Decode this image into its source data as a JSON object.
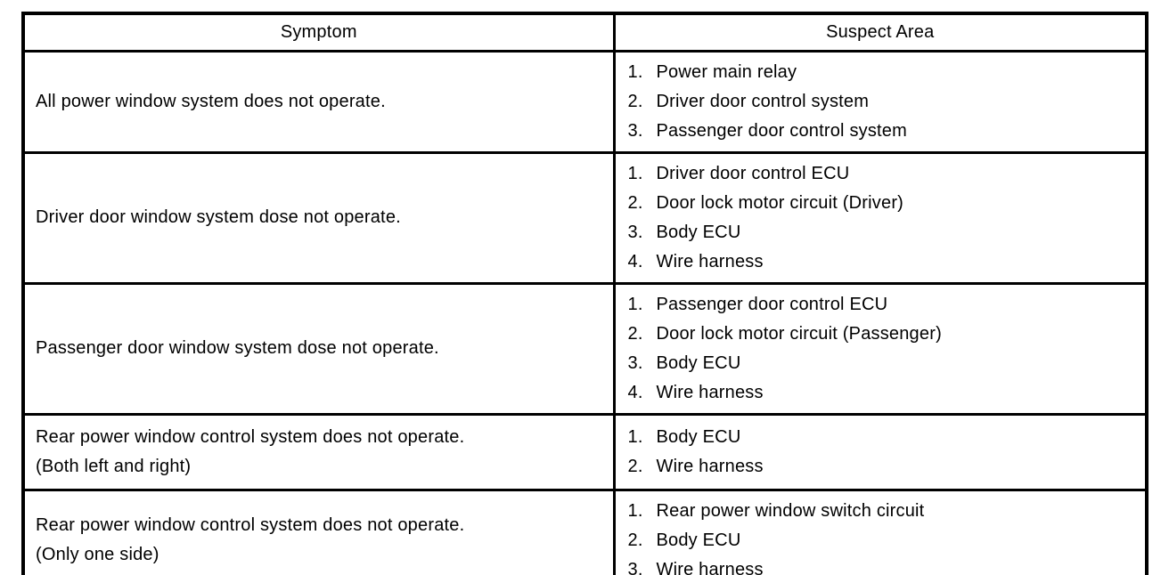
{
  "table": {
    "headers": {
      "symptom": "Symptom",
      "suspect_area": "Suspect Area"
    },
    "rows": [
      {
        "symptom_lines": [
          "All power window system does not operate."
        ],
        "suspect_areas": [
          "Power main relay",
          "Driver door control system",
          "Passenger door control system"
        ]
      },
      {
        "symptom_lines": [
          "Driver door window system dose not operate."
        ],
        "suspect_areas": [
          "Driver door control ECU",
          "Door lock motor circuit (Driver)",
          "Body ECU",
          "Wire harness"
        ]
      },
      {
        "symptom_lines": [
          "Passenger door window system dose not operate."
        ],
        "suspect_areas": [
          "Passenger door control ECU",
          "Door lock motor circuit (Passenger)",
          "Body ECU",
          "Wire harness"
        ]
      },
      {
        "symptom_lines": [
          "Rear power window control system does not operate.",
          "(Both left and right)"
        ],
        "suspect_areas": [
          "Body ECU",
          "Wire harness"
        ]
      },
      {
        "symptom_lines": [
          "Rear power window control system does not operate.",
          "(Only one side)"
        ],
        "suspect_areas": [
          "Rear power window switch circuit",
          "Body ECU",
          "Wire harness"
        ]
      }
    ]
  }
}
